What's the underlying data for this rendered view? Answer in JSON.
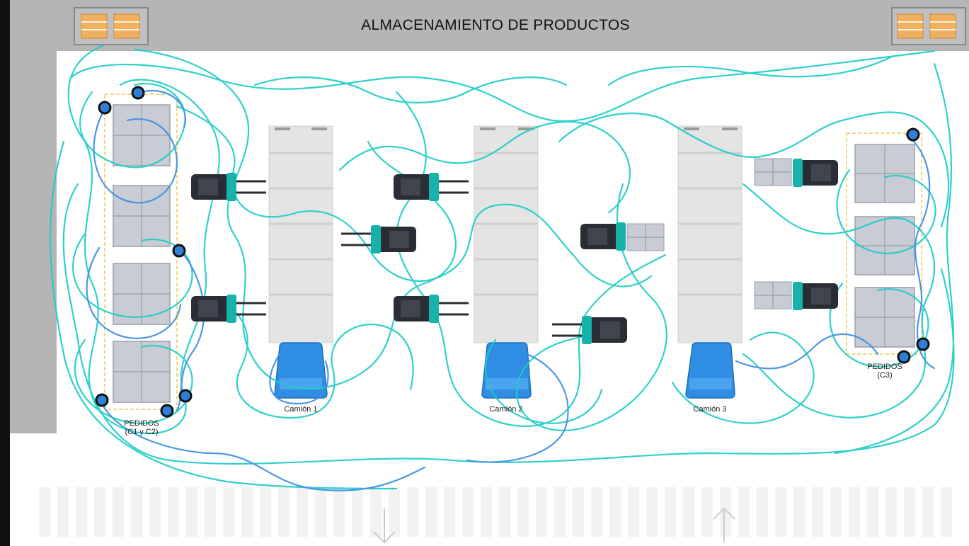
{
  "header": {
    "title": "ALMACENAMIENTO DE PRODUCTOS"
  },
  "trucks": [
    {
      "label": "Camión 1"
    },
    {
      "label": "Camión 2"
    },
    {
      "label": "Camión 3"
    }
  ],
  "order_areas": [
    {
      "line1": "PEDIDOS",
      "line2": "(C1 y C2)"
    },
    {
      "line1": "PEDIDOS",
      "line2": "(C3)"
    }
  ],
  "road_arrows": [
    {
      "direction": "down"
    },
    {
      "direction": "up"
    }
  ],
  "colors": {
    "path_primary": "#1ecdc6",
    "path_secondary": "#3d8fe0",
    "truck_cab": "#2f8de4",
    "forklift_accent": "#17b3aa",
    "wall": "#b5b5b5",
    "background_left": "#111111"
  }
}
